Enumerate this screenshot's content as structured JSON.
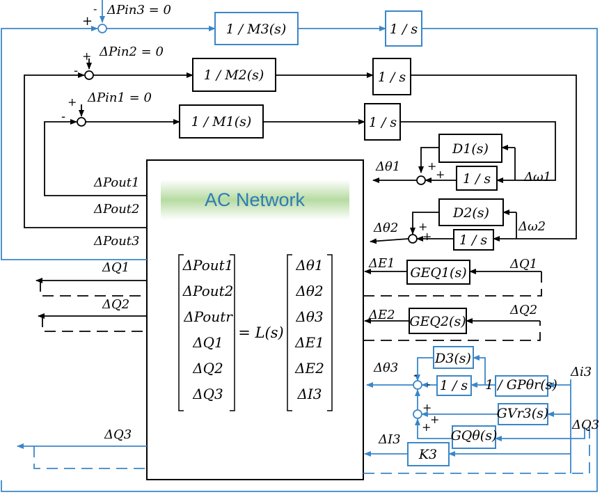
{
  "colors": {
    "black": "#000000",
    "blue": "#3a86c8",
    "ac_title": "#2f7bb8"
  },
  "ac_network": {
    "title": "AC Network"
  },
  "inputs": {
    "pin1": "ΔPin1 = 0",
    "pin2": "ΔPin2 = 0",
    "pin3": "ΔPin3 = 0"
  },
  "signs": {
    "plus": "+",
    "minus": "-"
  },
  "blocks": {
    "m1": "1 / M1(s)",
    "m2": "1 / M2(s)",
    "m3": "1 / M3(s)",
    "int": "1 / s",
    "d1": "D1(s)",
    "d2": "D2(s)",
    "d3": "D3(s)",
    "geq1": "GEQ1(s)",
    "geq2": "GEQ2(s)",
    "gpt": "1 / GPθr(s)",
    "gvr": "GVr3(s)",
    "gqt": "GQθ(s)",
    "k3": "K3"
  },
  "signals": {
    "pout1": "ΔPout1",
    "pout2": "ΔPout2",
    "pout3": "ΔPout3",
    "q1": "ΔQ1",
    "q2": "ΔQ2",
    "q3": "ΔQ3",
    "theta1": "Δθ1",
    "theta2": "Δθ2",
    "theta3": "Δθ3",
    "omega1": "Δω1",
    "omega2": "Δω2",
    "e1": "ΔE1",
    "e2": "ΔE2",
    "i3": "ΔI3",
    "di3": "Δi3"
  },
  "matrix": {
    "left": [
      "ΔPout1",
      "ΔPout2",
      "ΔPoutr",
      "ΔQ1",
      "ΔQ2",
      "ΔQ3"
    ],
    "op": "= L(s)",
    "right": [
      "Δθ1",
      "Δθ2",
      "Δθ3",
      "ΔE1",
      "ΔE2",
      "ΔI3"
    ]
  }
}
